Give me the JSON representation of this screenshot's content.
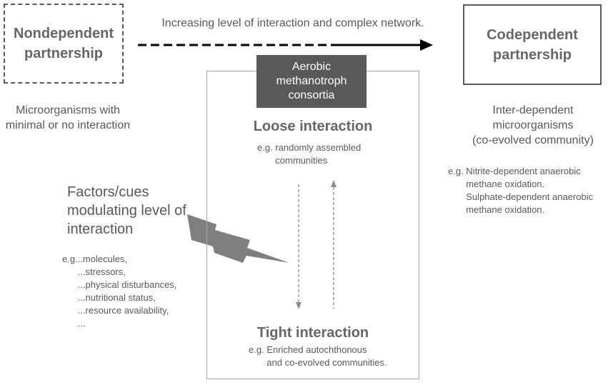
{
  "nondependent": {
    "title": "Nondependent\npartnership",
    "description": "Microorganisms with\nminimal or no interaction"
  },
  "arrow_label": "Increasing level of interaction and complex network.",
  "codependent": {
    "title": "Codependent\npartnership",
    "description": "Inter-dependent\nmicroorganisms\n(co-evolved community)"
  },
  "codependent_examples": "e.g. Nitrite-dependent anaerobic\n       methane oxidation.\n       Sulphate-dependent anaerobic\n       methane oxidation.",
  "consortia_label": "Aerobic\nmethanotroph\nconsortia",
  "loose": {
    "title": "Loose interaction",
    "example": "e.g. randomly assembled\n       communities"
  },
  "tight": {
    "title": "Tight interaction",
    "example": "e.g. Enriched autochthonous\n       and co-evolved communities."
  },
  "factors": {
    "title": "Factors/cues\nmodulating level of\ninteraction",
    "examples": "e.g...molecules,\n      ...stressors,\n      ...physical disturbances,\n      ...nutritional status,\n      ...resource availability,\n      ..."
  },
  "colors": {
    "text": "#595959",
    "dark_box": "#595959",
    "frame": "#a6a6a6",
    "bolt": "#7f7f7f"
  }
}
